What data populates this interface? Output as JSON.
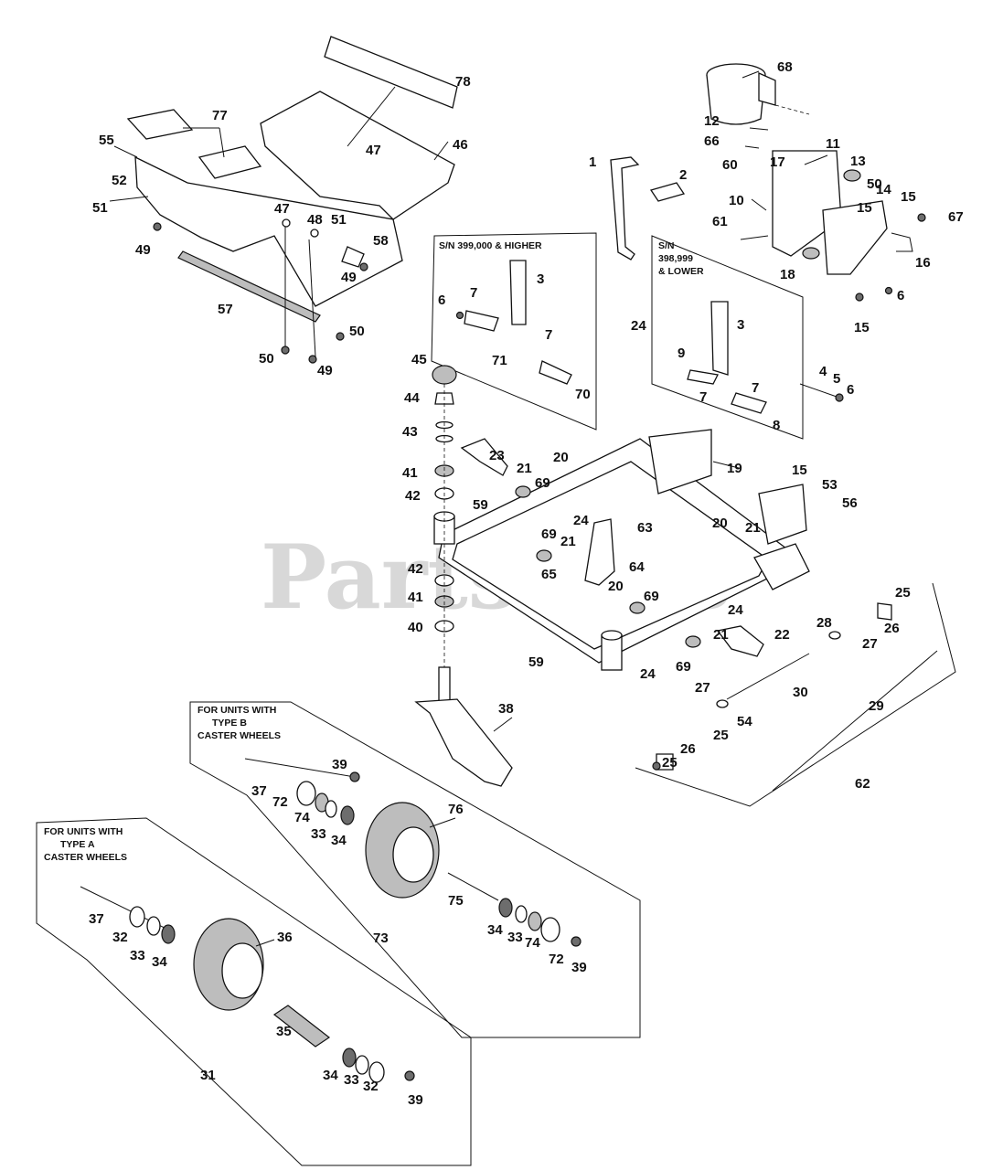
{
  "watermark": "PartsTree",
  "boxes": {
    "sn_high": "S/N 399,000 & HIGHER",
    "sn_low": [
      "S/N",
      "398,999",
      "& LOWER"
    ],
    "type_b": [
      "FOR UNITS WITH",
      "TYPE B",
      "CASTER WHEELS"
    ],
    "type_a": [
      "FOR UNITS WITH",
      "TYPE A",
      "CASTER WHEELS"
    ]
  },
  "callouts": {
    "c78": "78",
    "c77": "77",
    "c55": "55",
    "c52": "52",
    "c51a": "51",
    "c49a": "49",
    "c47a": "47",
    "c46": "46",
    "c47b": "47",
    "c48": "48",
    "c51b": "51",
    "c58": "58",
    "c49b": "49",
    "c57": "57",
    "c50a": "50",
    "c50b": "50",
    "c49c": "49",
    "c1": "1",
    "c2": "2",
    "c68": "68",
    "c12": "12",
    "c66": "66",
    "c11": "11",
    "c13": "13",
    "c60": "60",
    "c17": "17",
    "c50c": "50",
    "c14": "14",
    "c15a": "15",
    "c15b": "15",
    "c67": "67",
    "c10": "10",
    "c61": "61",
    "c16": "16",
    "c18": "18",
    "c6a": "6",
    "c15c": "15",
    "c3a": "3",
    "c6b": "6",
    "c7a": "7",
    "c71": "71",
    "c7b": "7",
    "c70": "70",
    "c24a": "24",
    "c3b": "3",
    "c9": "9",
    "c7c": "7",
    "c7d": "7",
    "c4": "4",
    "c5": "5",
    "c6c": "6",
    "c8": "8",
    "c45": "45",
    "c44": "44",
    "c43": "43",
    "c41a": "41",
    "c42a": "42",
    "c23": "23",
    "c21a": "21",
    "c69a": "69",
    "c20a": "20",
    "c19": "19",
    "c24b": "24",
    "c59a": "59",
    "c63": "63",
    "c69b": "69",
    "c21b": "21",
    "c65": "65",
    "c64": "64",
    "c42b": "42",
    "c41b": "41",
    "c40": "40",
    "c20b": "20",
    "c69c": "69",
    "c15d": "15",
    "c53": "53",
    "c56": "56",
    "c20c": "20",
    "c21c": "21",
    "c24c": "24",
    "c25a": "25",
    "c26a": "26",
    "c28": "28",
    "c27a": "27",
    "c59b": "59",
    "c24d": "24",
    "c69d": "69",
    "c21d": "21",
    "c22": "22",
    "c30": "30",
    "c29": "29",
    "c27b": "27",
    "c54": "54",
    "c25b": "25",
    "c26b": "26",
    "c25c": "25",
    "c62": "62",
    "c38": "38",
    "c39a": "39",
    "c37a": "37",
    "c72a": "72",
    "c74a": "74",
    "c33a": "33",
    "c34a": "34",
    "c76": "76",
    "c75": "75",
    "c73": "73",
    "c34b": "34",
    "c33b": "33",
    "c74b": "74",
    "c72b": "72",
    "c39b": "39",
    "c37b": "37",
    "c32a": "32",
    "c33c": "33",
    "c34c": "34",
    "c36": "36",
    "c35": "35",
    "c34d": "34",
    "c33d": "33",
    "c32b": "32",
    "c39c": "39",
    "c31": "31"
  }
}
